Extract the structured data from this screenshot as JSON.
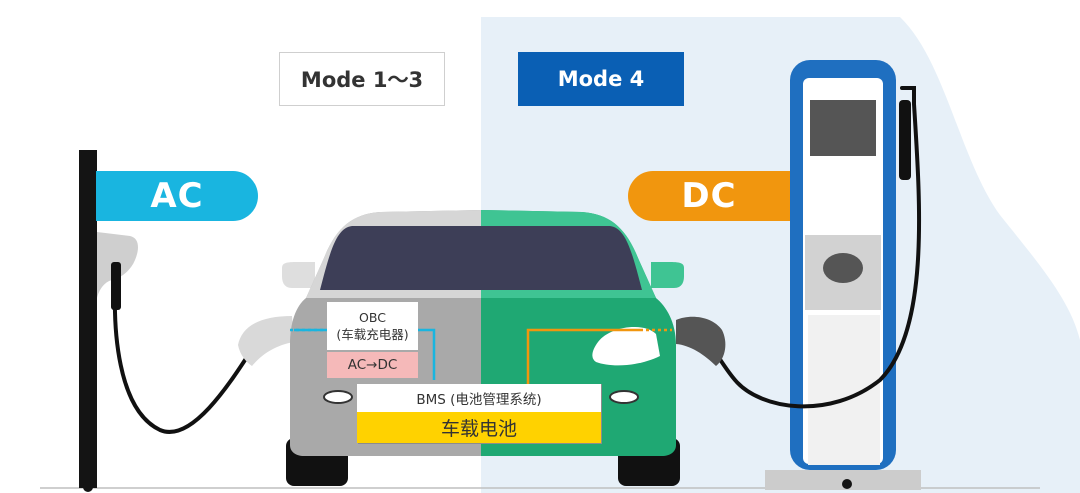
{
  "labels": {
    "mode_ac": "Mode 1〜3",
    "mode_dc": "Mode 4",
    "ac": "AC",
    "dc": "DC",
    "obc_line1": "OBC",
    "obc_line2": "(车载充电器)",
    "ac_dc": "AC→DC",
    "bms": "BMS (电池管理系统)",
    "battery": "车载电池"
  },
  "colors": {
    "ac_accent": "#19b5e0",
    "dc_accent": "#f1960e",
    "mode4_blue": "#0a5fb4",
    "car_left_gray": "#a9a9a9",
    "car_right_green": "#1fa873",
    "battery_yellow": "#ffd200",
    "acdc_pink": "#f5b9b9",
    "dc_side_background": "#e7f0f8",
    "charger_blue": "#1f6fc0"
  }
}
